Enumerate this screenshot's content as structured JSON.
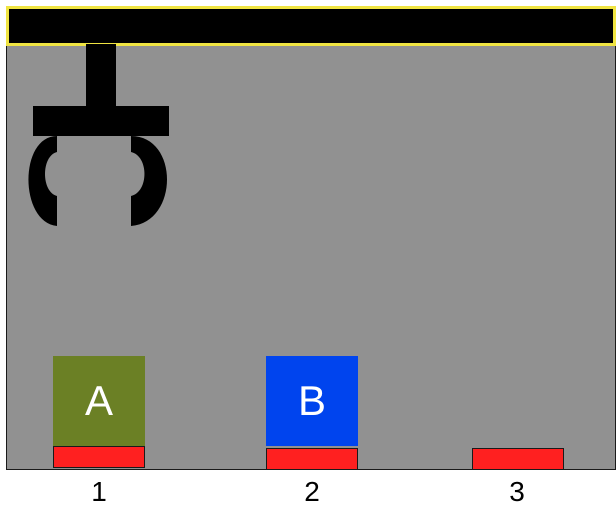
{
  "scene": {
    "background": "#919191",
    "rail_color": "#000000",
    "rail_border": "#f0e442",
    "pad_color": "#ff2020"
  },
  "claw": {
    "icon": "claw-gripper-icon",
    "color": "#000000",
    "state": "open",
    "above_position": "1"
  },
  "positions": [
    {
      "label": "1",
      "block": {
        "letter": "A",
        "color": "#6b8025"
      }
    },
    {
      "label": "2",
      "block": {
        "letter": "B",
        "color": "#0044ee"
      }
    },
    {
      "label": "3",
      "block": null
    }
  ]
}
